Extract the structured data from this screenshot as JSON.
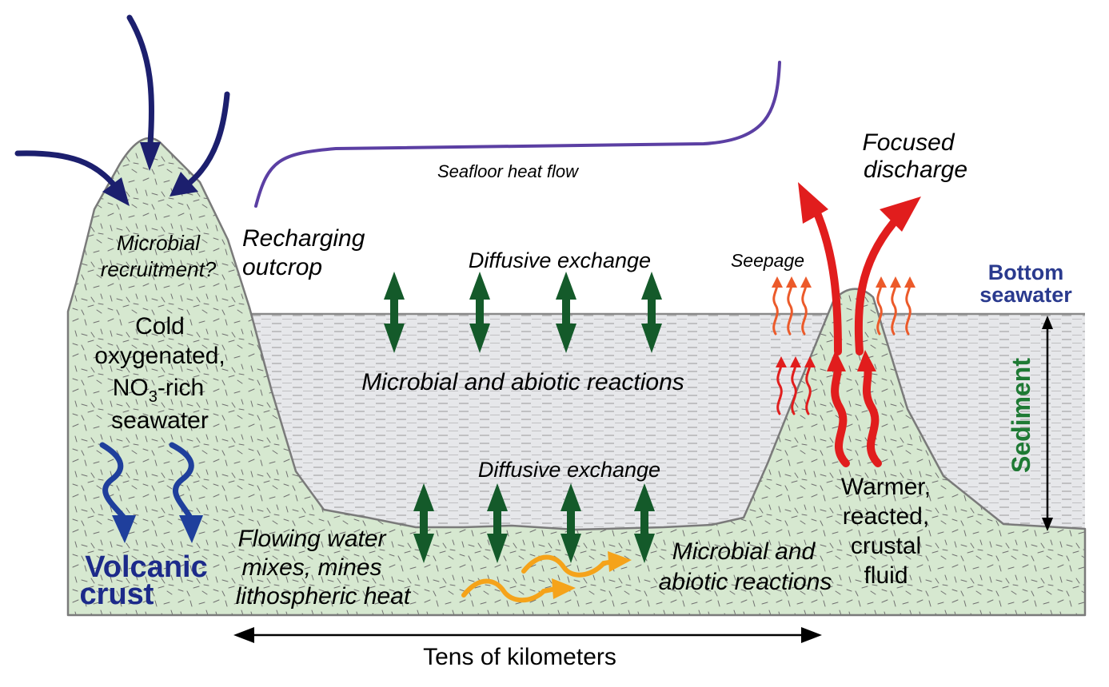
{
  "colors": {
    "crust_fill": "#d6e8d0",
    "crust_stroke": "#7a7a7a",
    "sediment_fill": "#e6e7ea",
    "recharge_arrow": "#1c1f6e",
    "downflow_arrow": "#1f3f9c",
    "diffusion_arrow": "#145a2a",
    "discharge_arrow": "#e11d1d",
    "seepage_arrow": "#ec5a2a",
    "lateral_flow_arrow": "#f5a31a",
    "heat_flow_curve": "#5b3fa3",
    "sediment_label": "#1e7a34",
    "volcanic_label": "#1c2a8a",
    "seawater_label": "#2a3a8e"
  },
  "labels": {
    "heat_flow": "Seafloor heat flow",
    "focused_discharge_1": "Focused",
    "focused_discharge_2": "discharge",
    "recharging_1": "Recharging",
    "recharging_2": "outcrop",
    "microbial_recruitment_1": "Microbial",
    "microbial_recruitment_2": "recruitment?",
    "seepage": "Seepage",
    "bottom_seawater_1": "Bottom",
    "bottom_seawater_2": "seawater",
    "diffusive_exchange_top": "Diffusive exchange",
    "diffusive_exchange_bottom": "Diffusive exchange",
    "microbial_abiotic_sediment": "Microbial and abiotic reactions",
    "cold_1": "Cold",
    "cold_2": "oxygenated,",
    "cold_3_prefix": "NO",
    "cold_3_sub": "3",
    "cold_3_suffix": "-rich",
    "cold_4": "seawater",
    "sediment": "Sediment",
    "warmer_1": "Warmer,",
    "warmer_2": "reacted,",
    "warmer_3": "crustal",
    "warmer_4": "fluid",
    "flowing_1": "Flowing water",
    "flowing_2": "mixes, mines",
    "flowing_3": "lithospheric heat",
    "microbial_abiotic_crust_1": "Microbial and",
    "microbial_abiotic_crust_2": "abiotic reactions",
    "volcanic_1": "Volcanic",
    "volcanic_2": "crust",
    "scale": "Tens of kilometers"
  }
}
